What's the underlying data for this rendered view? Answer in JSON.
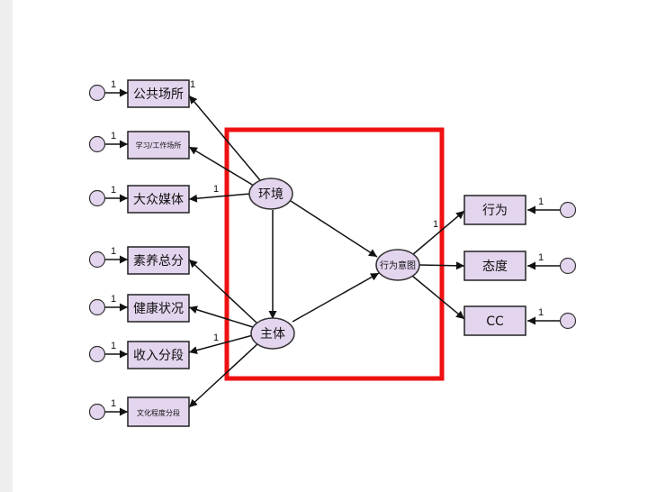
{
  "colors": {
    "node_fill": "#e3d5ee",
    "stroke": "#111111",
    "highlight": "#ee1111",
    "side_panel": "#eeeeee"
  },
  "latents": {
    "environment": "环境",
    "subject": "主体",
    "intention": "行为意图"
  },
  "indicators_left": [
    {
      "label": "公共场所",
      "coef": "1",
      "error_coef": "1"
    },
    {
      "label": "学习/工作场所",
      "coef": "",
      "error_coef": "1"
    },
    {
      "label": "大众媒体",
      "coef": "1",
      "error_coef": "1"
    },
    {
      "label": "素养总分",
      "coef": "",
      "error_coef": "1"
    },
    {
      "label": "健康状况",
      "coef": "",
      "error_coef": "1"
    },
    {
      "label": "收入分段",
      "coef": "1",
      "error_coef": "1"
    },
    {
      "label": "文化程度分段",
      "coef": "",
      "error_coef": "1"
    }
  ],
  "indicators_right": [
    {
      "label": "行为",
      "coef": "1",
      "error_coef": "1"
    },
    {
      "label": "态度",
      "coef": "",
      "error_coef": "1"
    },
    {
      "label": "CC",
      "coef": "",
      "error_coef": "1"
    }
  ]
}
